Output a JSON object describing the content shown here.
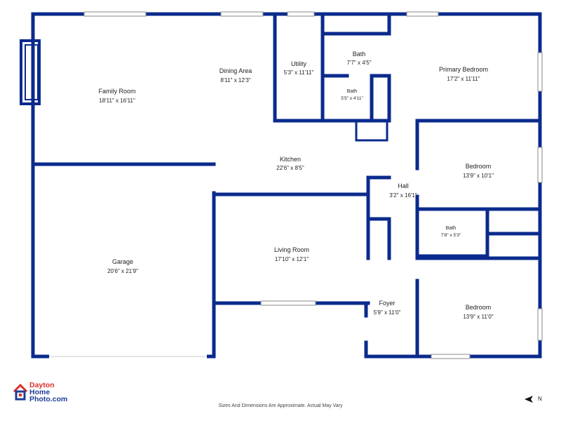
{
  "rooms": {
    "family_room": {
      "name": "Family Room",
      "size": "18'11\" x 16'11\""
    },
    "dining_area": {
      "name": "Dining Area",
      "size": "8'11\" x 12'3\""
    },
    "utility": {
      "name": "Utility",
      "size": "5'3\" x 11'11\""
    },
    "bath_upper": {
      "name": "Bath",
      "size": "7'7\" x 4'5\""
    },
    "bath_small": {
      "name": "Bath",
      "size": "5'5\" x 4'11\""
    },
    "primary_bedroom": {
      "name": "Primary Bedroom",
      "size": "17'2\" x 11'11\""
    },
    "kitchen": {
      "name": "Kitchen",
      "size": "22'6\" x 8'5\""
    },
    "bedroom_1": {
      "name": "Bedroom",
      "size": "13'9\" x 10'1\""
    },
    "hall": {
      "name": "Hall",
      "size": "3'2\" x 16'1\""
    },
    "bath_lower": {
      "name": "Bath",
      "size": "7'8\" x 5'3\""
    },
    "garage": {
      "name": "Garage",
      "size": "20'6\" x 21'9\""
    },
    "living_room": {
      "name": "Living Room",
      "size": "17'10\" x 12'1\""
    },
    "foyer": {
      "name": "Foyer",
      "size": "5'9\" x 11'0\""
    },
    "bedroom_2": {
      "name": "Bedroom",
      "size": "13'9\" x 11'0\""
    }
  },
  "logo": {
    "line1": "Dayton",
    "line2": "Home",
    "line3": "Photo.com"
  },
  "disclaimer": "Sizes And Dimensions Are Approximate. Actual May Vary",
  "compass": {
    "label": "N"
  },
  "colors": {
    "wall": "#0a2a8c",
    "logo_red": "#d9302b",
    "logo_blue": "#1c3f95"
  }
}
